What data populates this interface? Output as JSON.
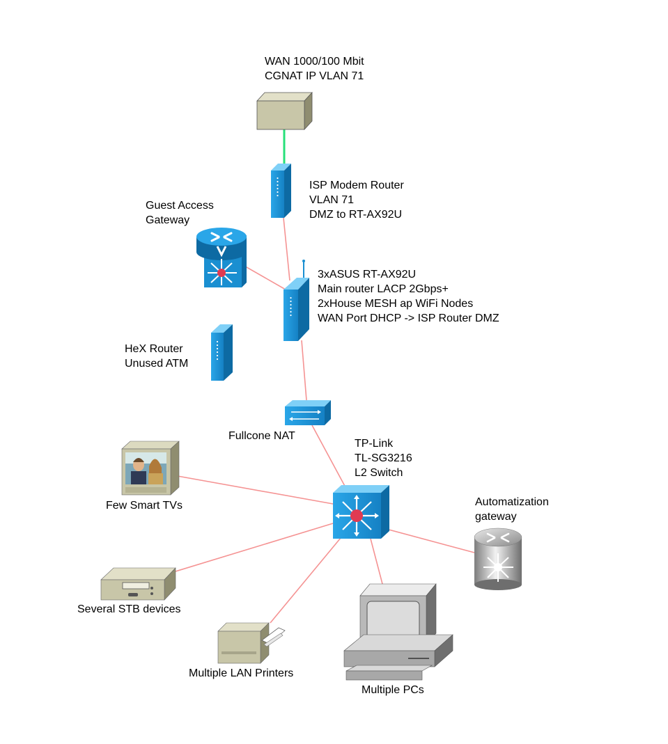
{
  "colors": {
    "link": "#f59393",
    "wan_link": "#27e07a",
    "device_blue": "#1a8fd1",
    "device_blue_dark": "#0d6aa3",
    "hub_red": "#e03a52",
    "beige": "#c8c6a8",
    "gray": "#9b9b9b"
  },
  "nodes": {
    "wan": {
      "icon": "cloud-box-icon",
      "lines": [
        "WAN 1000/100 Mbit",
        "CGNAT IP VLAN 71"
      ]
    },
    "isp": {
      "icon": "modem-router-icon",
      "lines": [
        "ISP Modem Router",
        "VLAN 71",
        "DMZ to RT-AX92U"
      ]
    },
    "guest": {
      "icon": "layer3-router-icon",
      "lines": [
        "Guest Access",
        "Gateway"
      ]
    },
    "asus": {
      "icon": "wireless-router-icon",
      "lines": [
        "3xASUS RT-AX92U",
        "Main router LACP 2Gbps+",
        "2xHouse MESH ap WiFi Nodes",
        "WAN Port DHCP -> ISP Router DMZ"
      ]
    },
    "hex": {
      "icon": "router-icon",
      "lines": [
        "HeX Router",
        "Unused ATM"
      ]
    },
    "nat": {
      "icon": "nat-switch-icon",
      "lines": [
        "Fullcone NAT"
      ]
    },
    "switch": {
      "icon": "layer3-switch-icon",
      "lines": [
        "TP-Link",
        "TL-SG3216",
        "L2 Switch"
      ]
    },
    "tv": {
      "icon": "smart-tv-icon",
      "lines": [
        "Few Smart TVs"
      ]
    },
    "auto": {
      "icon": "gateway-router-icon",
      "lines": [
        "Automatization",
        "gateway"
      ]
    },
    "stb": {
      "icon": "set-top-box-icon",
      "lines": [
        "Several STB devices"
      ]
    },
    "printers": {
      "icon": "printer-icon",
      "lines": [
        "Multiple LAN Printers"
      ]
    },
    "pcs": {
      "icon": "desktop-pc-icon",
      "lines": [
        "Multiple PCs"
      ]
    }
  },
  "links": [
    {
      "from": "wan",
      "to": "isp",
      "kind": "wan"
    },
    {
      "from": "isp",
      "to": "asus",
      "kind": "lan"
    },
    {
      "from": "guest",
      "to": "asus",
      "kind": "lan"
    },
    {
      "from": "asus",
      "to": "nat",
      "kind": "lan"
    },
    {
      "from": "nat",
      "to": "switch",
      "kind": "lan"
    },
    {
      "from": "switch",
      "to": "tv",
      "kind": "lan"
    },
    {
      "from": "switch",
      "to": "auto",
      "kind": "lan"
    },
    {
      "from": "switch",
      "to": "stb",
      "kind": "lan"
    },
    {
      "from": "switch",
      "to": "printers",
      "kind": "lan"
    },
    {
      "from": "switch",
      "to": "pcs",
      "kind": "lan"
    }
  ]
}
